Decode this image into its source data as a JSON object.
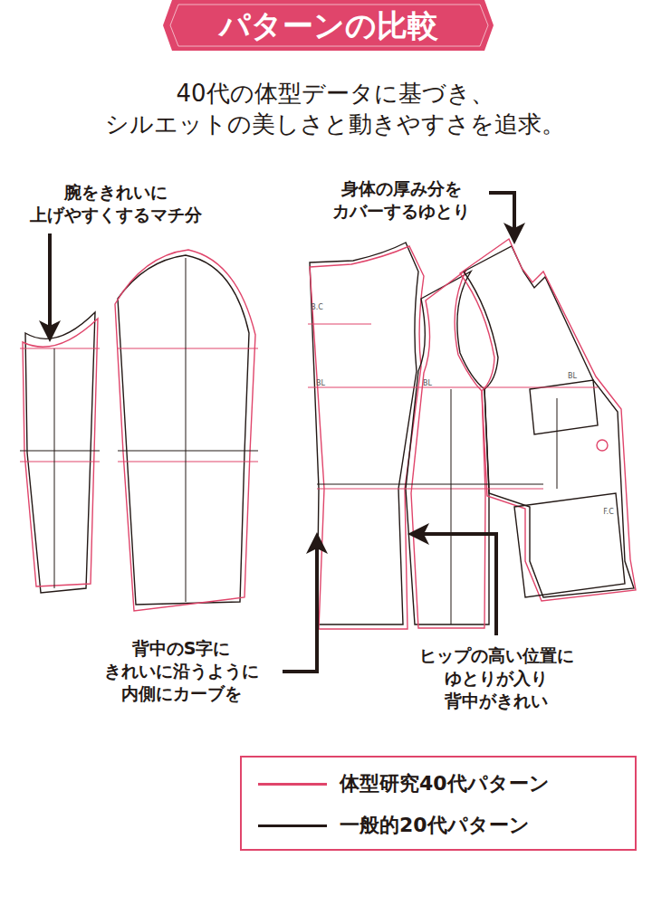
{
  "diagram": {
    "title": "パターンの比較",
    "labels": [
      "40代の体型データに基づき、 シルエットの美しさと動きやすさを追求。",
      "腕をきれいに 上げやすくするマチ分",
      "身体の厚み分を カバーするゆとり",
      "B.C",
      "BL",
      "BL",
      "BL",
      "F.C",
      "背中のS字に きれいに沿うように 内側にカーブを",
      "ヒップの高い位置に ゆとりが入り 背中がきれい"
    ],
    "legend": [
      {
        "text": "体型研究40代パターン"
      },
      {
        "text": "一般的20代パターン"
      }
    ]
  }
}
